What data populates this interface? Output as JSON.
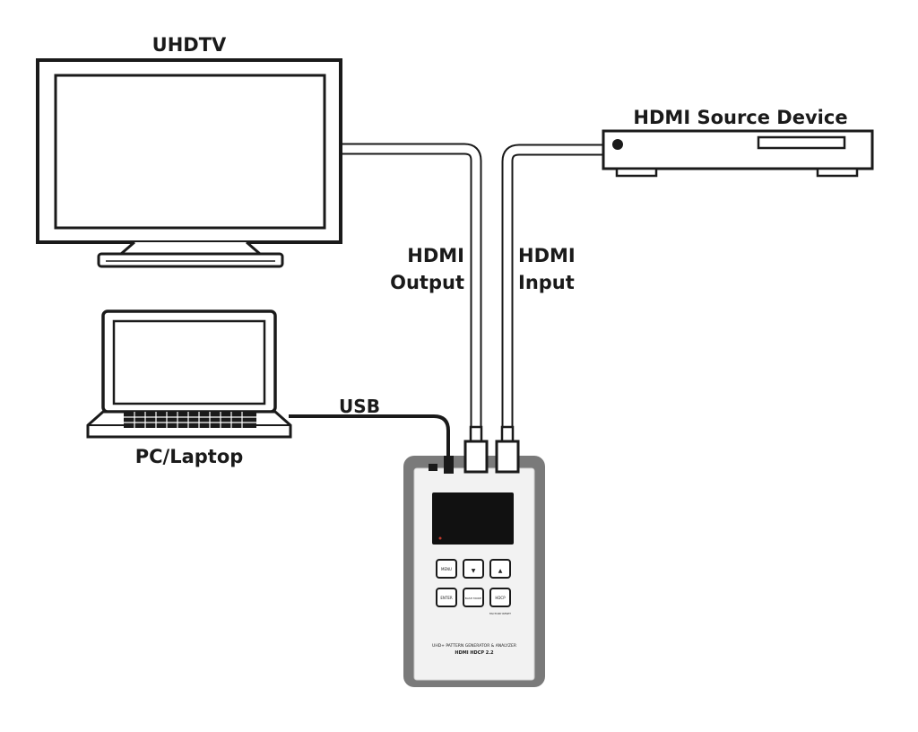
{
  "labels": {
    "tv": "UHDTV",
    "source": "HDMI Source Device",
    "laptop": "PC/Laptop",
    "usb": "USB",
    "hdmi_output_line1": "HDMI",
    "hdmi_output_line2": "Output",
    "hdmi_input_line1": "HDMI",
    "hdmi_input_line2": "Input"
  },
  "device": {
    "buttons": {
      "menu": "MENU",
      "down": "▼",
      "up": "▲",
      "enter": "ENTER",
      "bash_mode": "BASH MODE",
      "hdcp": "HDCP",
      "factory_reset": "FACTORY RESET"
    },
    "product_line": "UHD+ PATTERN GENERATOR & ANALYZER",
    "brand_line": "HDMI HDCP 2.2"
  },
  "colors": {
    "outline": "#1a1a1a",
    "cable_fill": "#ffffff",
    "device_outer": "#7a7a7a",
    "device_body": "#f2f2f2",
    "screen": "#111111"
  }
}
